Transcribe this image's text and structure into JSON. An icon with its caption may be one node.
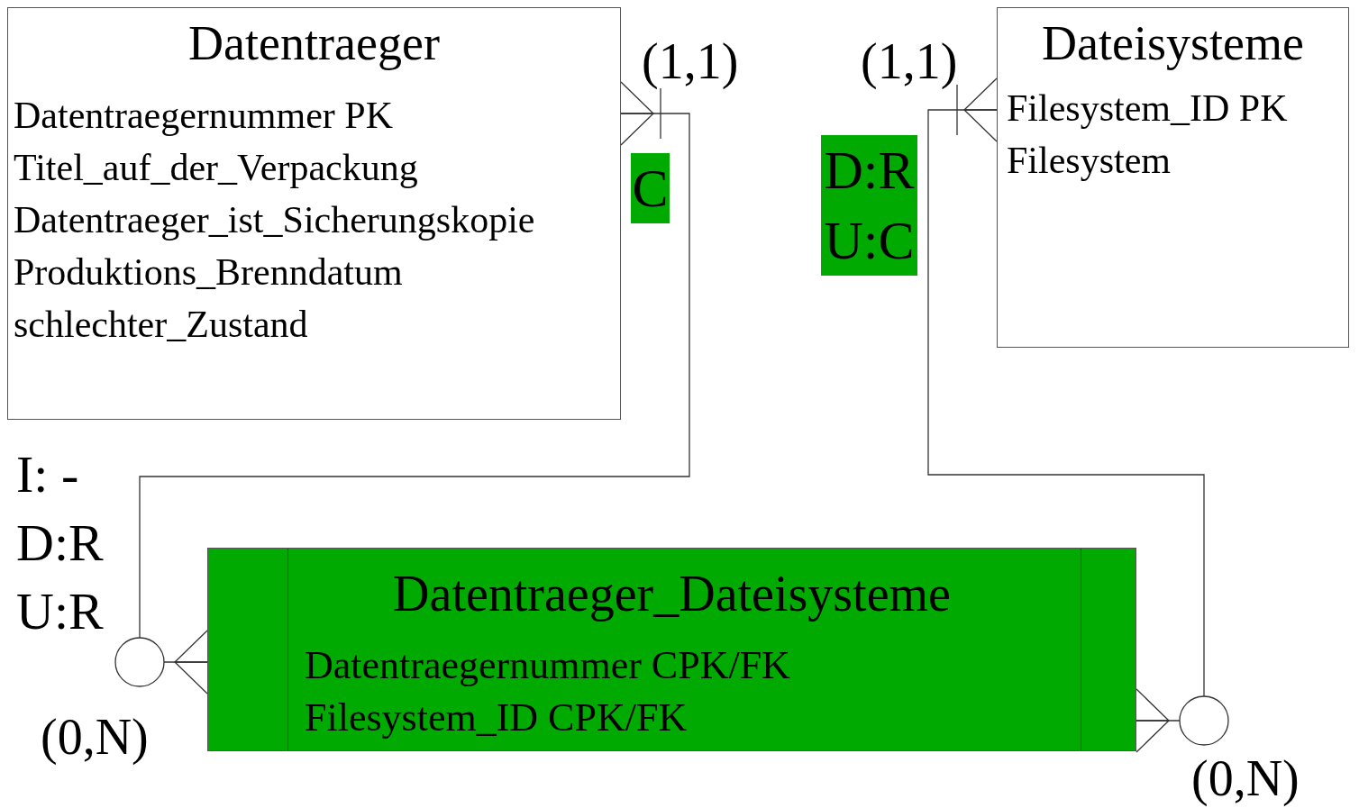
{
  "diagram": {
    "nodes": [
      {
        "text": [
          "Datentraeger",
          "Datentraegernummer PK",
          "Titel_auf_der_Verpackung",
          "Datentraeger_ist_Sicherungskopie",
          "Produktions_Brenndatum",
          "schlechter_Zustand"
        ]
      },
      {
        "text": [
          "Dateisysteme",
          "Filesystem_ID PK",
          "Filesystem"
        ]
      },
      {
        "text": [
          "Datentraeger_Dateisysteme",
          "Datentraegernummer CPK/FK",
          "Filesystem_ID CPK/FK"
        ]
      }
    ],
    "edges": [
      {
        "from": 0,
        "to": 2,
        "arrow": "other"
      },
      {
        "from": 1,
        "to": 2,
        "arrow": "other"
      }
    ],
    "labels": [
      "(1,1)",
      "(1,1)",
      "C",
      "D:R",
      "U:C",
      "I: -",
      "D:R",
      "U:R",
      "(0,N)",
      "(0,N)"
    ]
  }
}
